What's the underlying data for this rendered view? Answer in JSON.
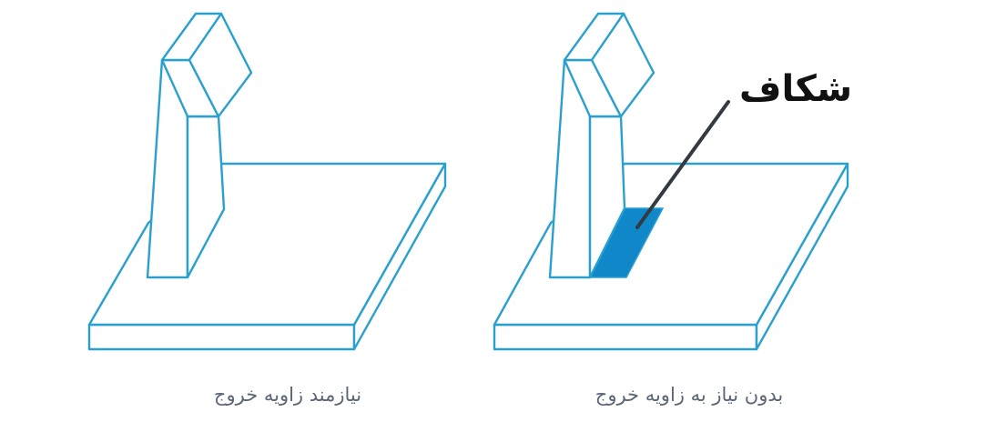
{
  "colors": {
    "outline": "#2aa0cf",
    "crack_fill": "#0f87c9",
    "pointer_line": "#333a40",
    "caption_text": "#5b6677",
    "label_text": "#111111"
  },
  "left_figure": {
    "caption": "نیازمند زاویه خروج"
  },
  "right_figure": {
    "caption": "بدون نیاز به زاویه خروج",
    "crack_label": "شکاف"
  }
}
